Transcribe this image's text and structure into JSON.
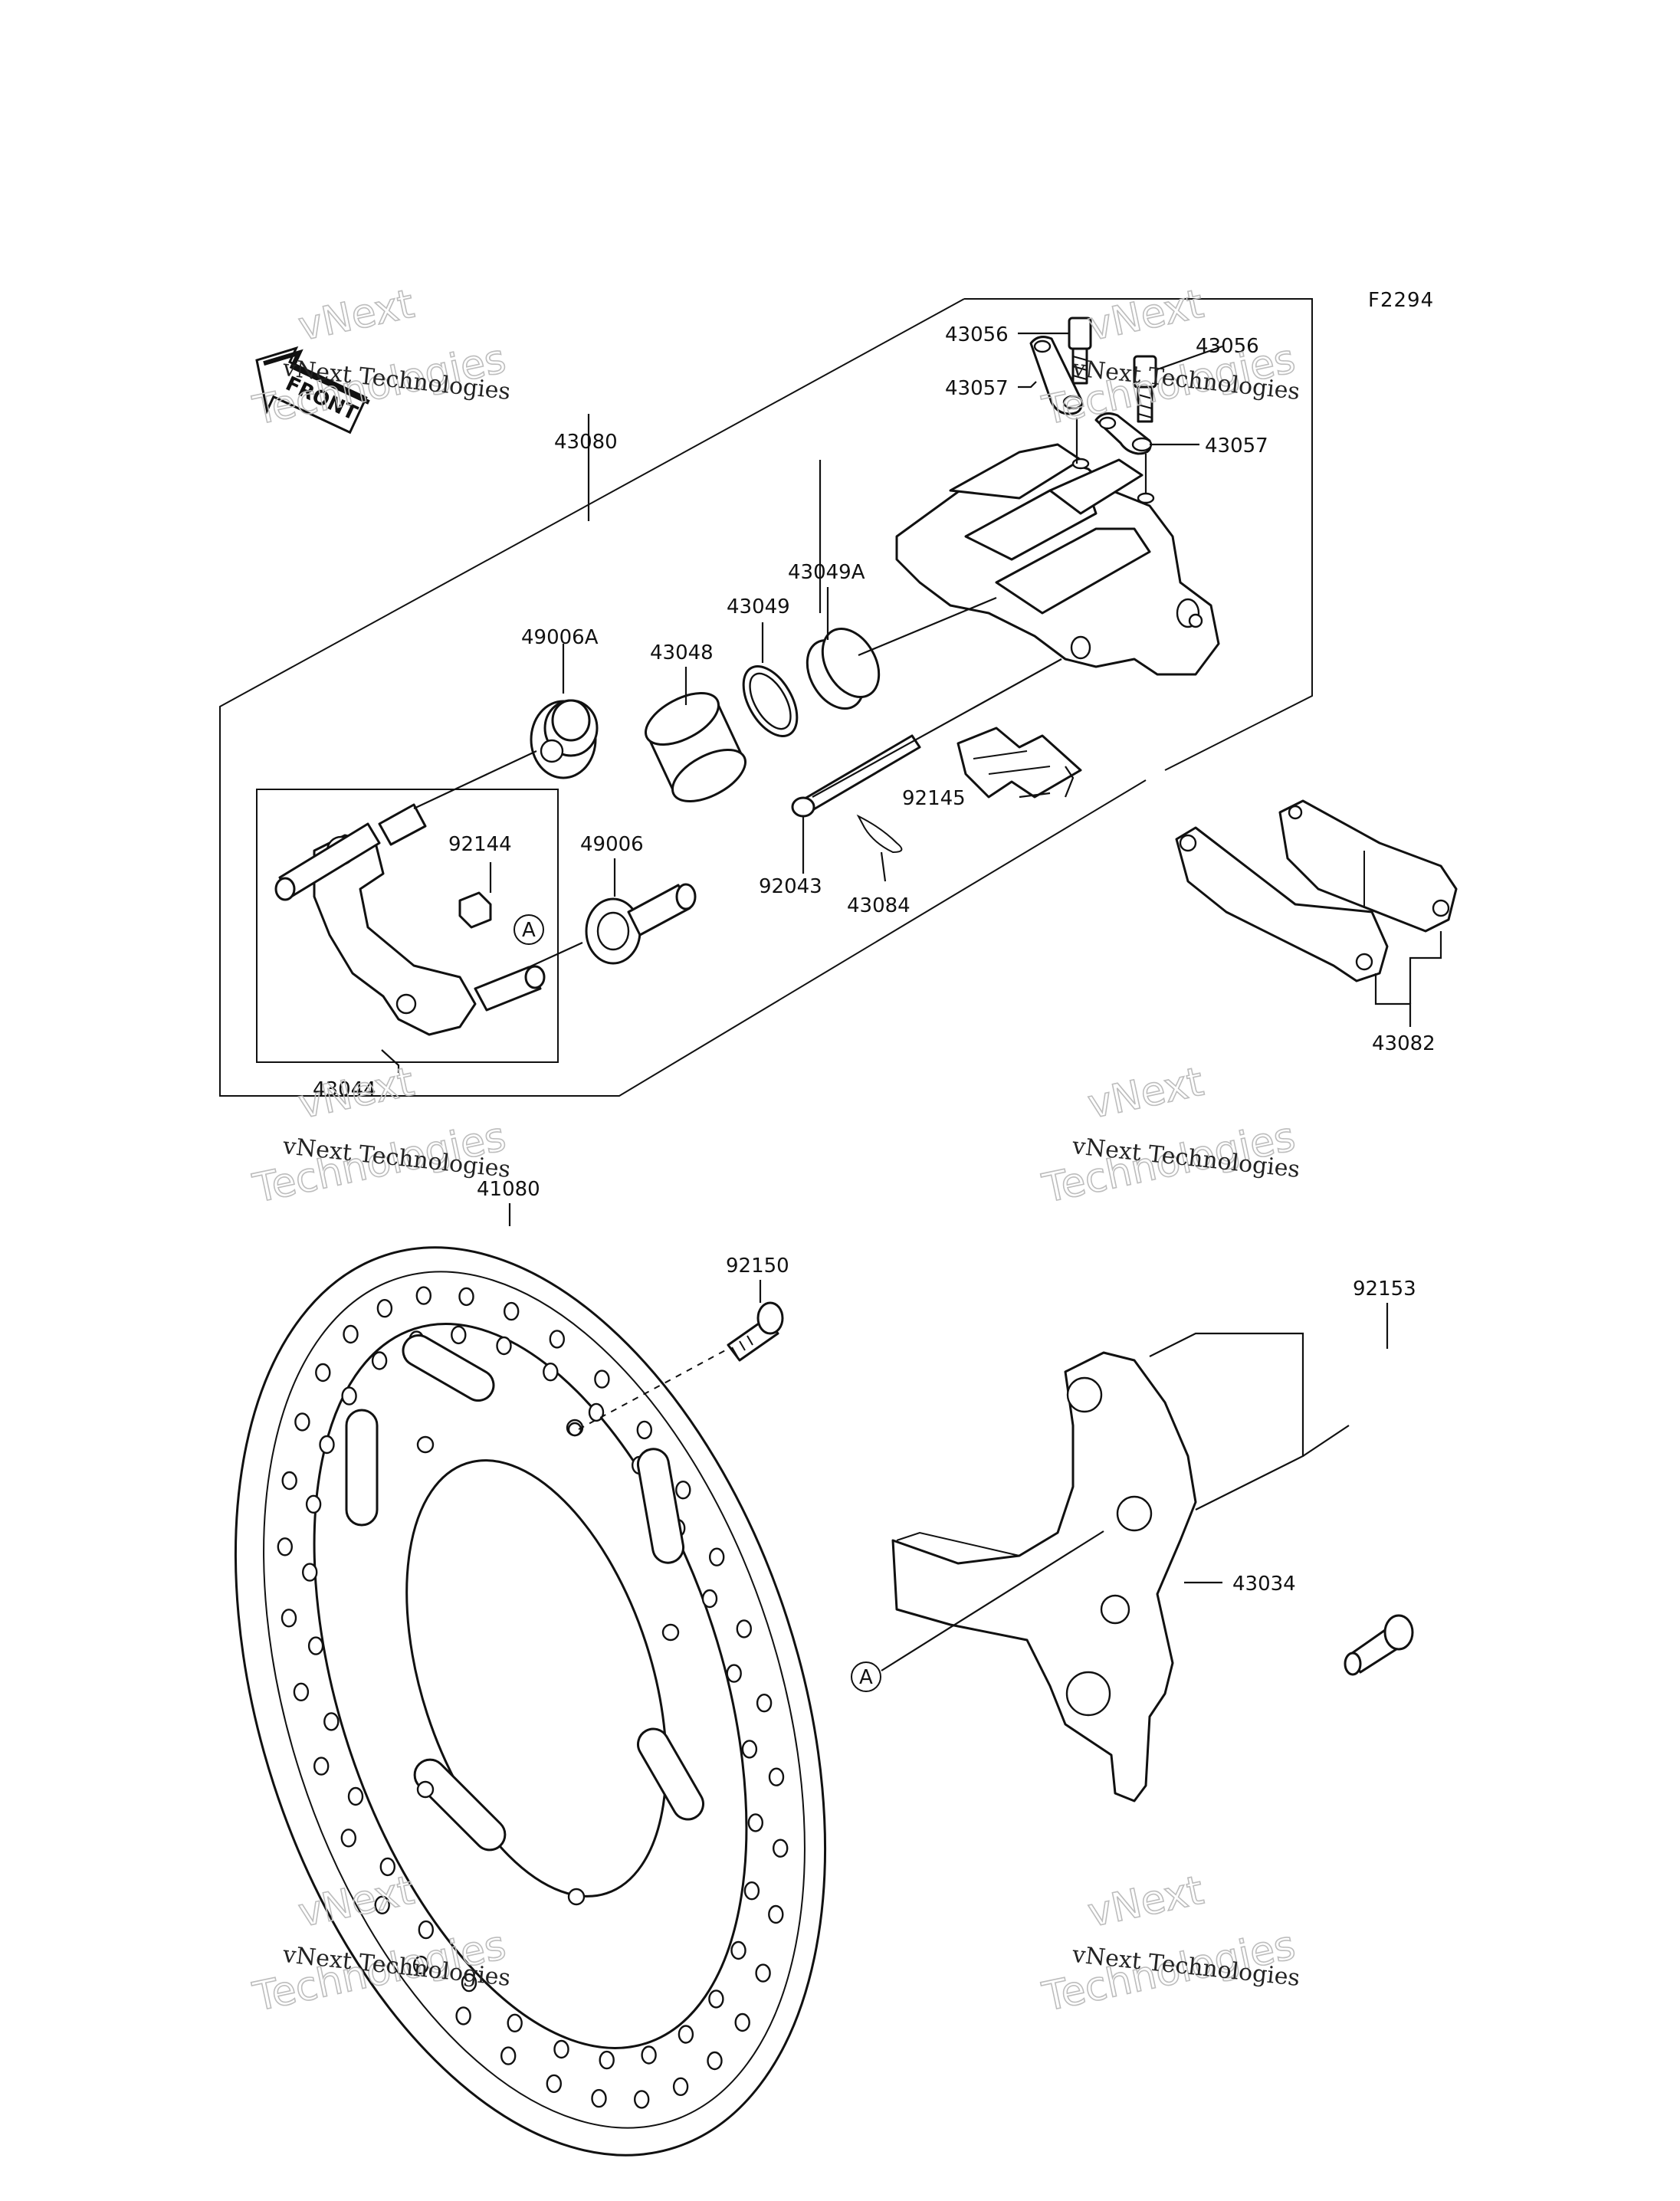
{
  "figure_code": "F2294",
  "front_label": "FRONT",
  "callout_marker": "A",
  "watermark": {
    "small": "vNext Technologies",
    "big_line1": "vNext",
    "big_line2": "Technologies"
  },
  "parts": [
    {
      "id": "43080"
    },
    {
      "id": "43056"
    },
    {
      "id": "43057"
    },
    {
      "id": "43056"
    },
    {
      "id": "43057"
    },
    {
      "id": "43049A"
    },
    {
      "id": "43049"
    },
    {
      "id": "43048"
    },
    {
      "id": "49006A"
    },
    {
      "id": "92144"
    },
    {
      "id": "49006"
    },
    {
      "id": "92145"
    },
    {
      "id": "92043"
    },
    {
      "id": "43084"
    },
    {
      "id": "43044"
    },
    {
      "id": "43082"
    },
    {
      "id": "41080"
    },
    {
      "id": "92150"
    },
    {
      "id": "92153"
    },
    {
      "id": "43034"
    }
  ]
}
